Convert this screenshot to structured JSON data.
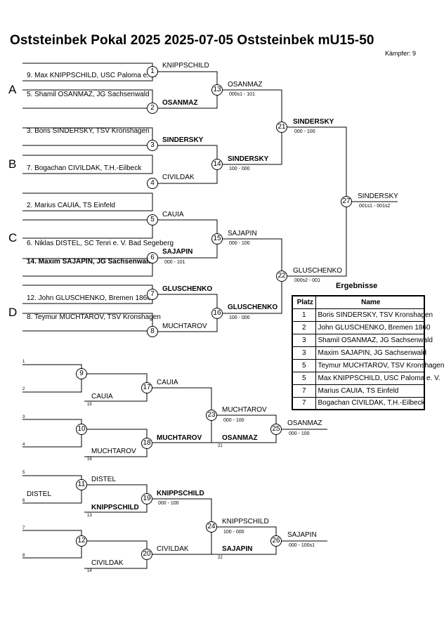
{
  "header": {
    "title": "Oststeinbek Pokal 2025  2025-07-05  Oststeinbek   mU15-50",
    "kaempfer": "Kämpfer: 9"
  },
  "pools": [
    "A",
    "B",
    "C",
    "D"
  ],
  "entries": {
    "e1": "9. Max KNIPPSCHILD, USC Paloma e. V.",
    "e2": "5. Shamil OSANMAZ, JG Sachsenwald",
    "e3": "3. Boris SINDERSKY, TSV Kronshagen",
    "e4": "7. Bogachan CIVILDAK, T.H.-Eilbeck",
    "e5": "2. Marius CAUIA, TS Einfeld",
    "e6": "6. Niklas DISTEL, SC Tenri e. V. Bad Segeberg",
    "e7": "14. Maxim SAJAPIN, JG Sachsenwald",
    "e8": "12. John GLUSCHENKO, Bremen 1860",
    "e9": "8. Teymur MUCHTAROV, TSV Kronshagen"
  },
  "winners": {
    "w1": "KNIPPSCHILD",
    "w2": "OSANMAZ",
    "w3": "SINDERSKY",
    "w4": "CIVILDAK",
    "w5": "CAUIA",
    "w6": "SAJAPIN",
    "w7": "GLUSCHENKO",
    "w8": "MUCHTAROV",
    "w13": "OSANMAZ",
    "w14": "SINDERSKY",
    "w15": "SAJAPIN",
    "w16": "GLUSCHENKO",
    "w21": "SINDERSKY",
    "w22": "GLUSCHENKO",
    "w27": "SINDERSKY"
  },
  "scores": {
    "s6": "000 - 101",
    "s13": "000s1 - 101",
    "s14": "100 - 000",
    "s15": "000 - 100",
    "s16": "100 - 000",
    "s21": "000 - 100",
    "s22": "000s2 - 001",
    "s27": "001s1 - 001s2"
  },
  "repechage": {
    "n1": "1",
    "n2": "2",
    "n15": "15",
    "n3": "3",
    "n4": "4",
    "n16": "16",
    "n5": "5",
    "n6": "6",
    "n13": "13",
    "n7": "7",
    "n8": "8",
    "n14": "14",
    "n21": "21",
    "n22": "22",
    "l_cauia": "CAUIA",
    "w17": "CAUIA",
    "l_muchtarov": "MUCHTAROV",
    "w18": "MUCHTAROV",
    "w23": "MUCHTAROV",
    "s23": "000 - 100",
    "l_osanmaz": "OSANMAZ",
    "w25": "OSANMAZ",
    "s25": "000 - 100",
    "w11": "DISTEL",
    "l_distel": "DISTEL",
    "l_knippschild": "KNIPPSCHILD",
    "w19": "KNIPPSCHILD",
    "s19": "000 - 100",
    "w24": "KNIPPSCHILD",
    "s24": "100 - 000",
    "w20": "CIVILDAK",
    "l_civildak": "CIVILDAK",
    "l_sajapin": "SAJAPIN",
    "w26": "SAJAPIN",
    "s26": "000 - 100s1"
  },
  "circles": {
    "c1": "1",
    "c2": "2",
    "c3": "3",
    "c4": "4",
    "c5": "5",
    "c6": "6",
    "c7": "7",
    "c8": "8",
    "c13": "13",
    "c14": "14",
    "c15": "15",
    "c16": "16",
    "c21": "21",
    "c22": "22",
    "c27": "27",
    "c9": "9",
    "c10": "10",
    "c17": "17",
    "c18": "18",
    "c23": "23",
    "c25": "25",
    "c11": "11",
    "c12": "12",
    "c19": "19",
    "c20": "20",
    "c24": "24",
    "c26": "26"
  },
  "results": {
    "title": "Ergebnisse",
    "headers": [
      "Platz",
      "Name"
    ],
    "rows": [
      {
        "platz": "1",
        "name": "Boris SINDERSKY, TSV Kronshagen"
      },
      {
        "platz": "2",
        "name": "John GLUSCHENKO, Bremen 1860"
      },
      {
        "platz": "3",
        "name": "Shamil OSANMAZ, JG Sachsenwald"
      },
      {
        "platz": "3",
        "name": "Maxim SAJAPIN, JG Sachsenwald"
      },
      {
        "platz": "5",
        "name": "Teymur MUCHTAROV, TSV Kronshagen"
      },
      {
        "platz": "5",
        "name": "Max KNIPPSCHILD, USC Paloma e. V."
      },
      {
        "platz": "7",
        "name": "Marius CAUIA, TS Einfeld"
      },
      {
        "platz": "7",
        "name": "Bogachan CIVILDAK, T.H.-Eilbeck"
      }
    ]
  }
}
